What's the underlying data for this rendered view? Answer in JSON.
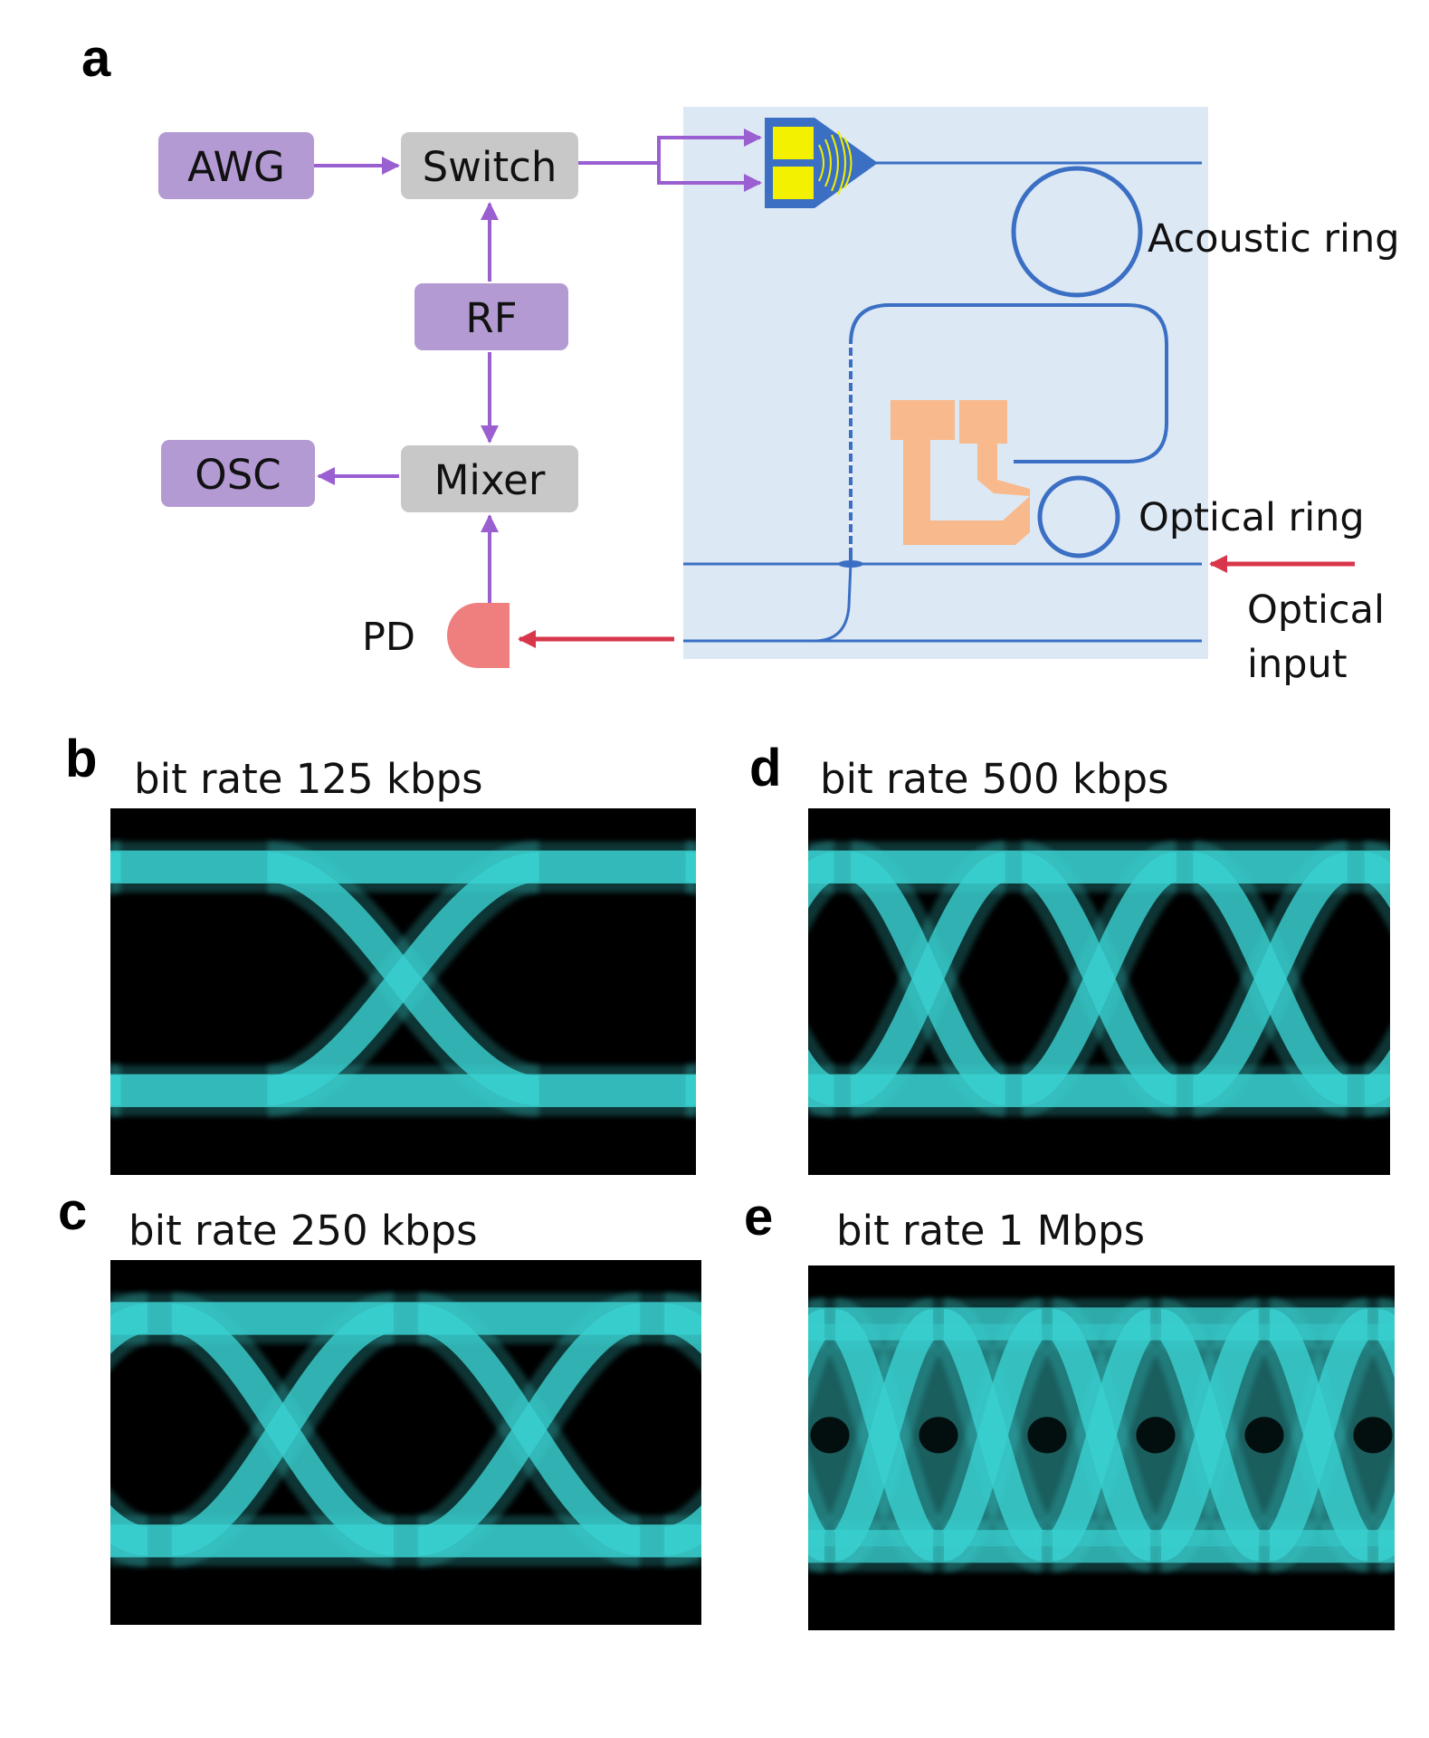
{
  "panels": {
    "a": "a",
    "b": "b",
    "c": "c",
    "d": "d",
    "e": "e"
  },
  "blocks": {
    "awg": "AWG",
    "switch": "Switch",
    "rf": "RF",
    "osc": "OSC",
    "mixer": "Mixer",
    "pd": "PD"
  },
  "labels": {
    "acoustic_ring": "Acoustic ring",
    "optical_ring": "Optical ring",
    "optical_input_1": "Optical",
    "optical_input_2": "input"
  },
  "eye_diagrams": [
    {
      "id": "b",
      "caption": "bit rate 125 kbps",
      "eyes": 1
    },
    {
      "id": "c",
      "caption": "bit rate 250 kbps",
      "eyes": 2
    },
    {
      "id": "d",
      "caption": "bit rate 500 kbps",
      "eyes": 3
    },
    {
      "id": "e",
      "caption": "bit rate 1 Mbps",
      "eyes": 5
    }
  ],
  "colors": {
    "block_purple": "#b39ad3",
    "block_gray": "#c8c8c8",
    "signal_purple": "#9a5fd0",
    "optical_red": "#d8364a",
    "waveguide_blue": "#3a6fc4",
    "chip_bg": "#dde8f5",
    "trace_cyan": "#3ad1d1",
    "pd_pink": "#ef7f7f",
    "heater_orange": "#f8b98c",
    "idt_yellow": "#f3f000"
  }
}
